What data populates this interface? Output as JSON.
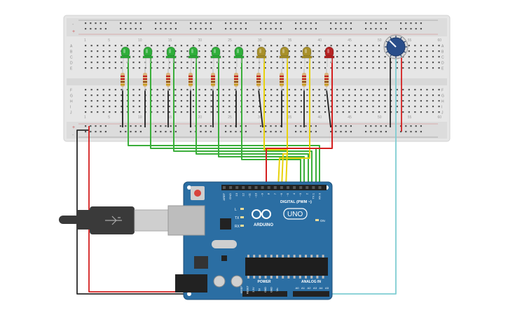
{
  "canvas": {
    "background": "#ffffff"
  },
  "breadboard": {
    "colors": {
      "board": "#e6e6e6",
      "rail": "#dcdcdc",
      "hole": "#555555",
      "plus": "#cc2222",
      "minus": "#2a2a2a"
    },
    "column_numbers": [
      "1",
      "5",
      "10",
      "15",
      "20",
      "25",
      "30",
      "35",
      "40",
      "45",
      "50",
      "55",
      "60"
    ],
    "row_letters_top": [
      "A",
      "B",
      "C",
      "D",
      "E"
    ],
    "row_letters_bottom": [
      "F",
      "G",
      "H",
      "I",
      "J"
    ],
    "rail_top_sign": "-",
    "rail_top_sign2": "+",
    "rail_bottom_sign": "+",
    "rail_bottom_sign2": "-"
  },
  "leds": [
    {
      "color": "#2fae3a",
      "lead": "#cccccc"
    },
    {
      "color": "#2fae3a",
      "lead": "#cccccc"
    },
    {
      "color": "#2fae3a",
      "lead": "#cccccc"
    },
    {
      "color": "#2fae3a",
      "lead": "#cccccc"
    },
    {
      "color": "#2fae3a",
      "lead": "#cccccc"
    },
    {
      "color": "#2fae3a",
      "lead": "#cccccc"
    },
    {
      "color": "#a8902a",
      "lead": "#cccccc"
    },
    {
      "color": "#a8902a",
      "lead": "#cccccc"
    },
    {
      "color": "#a8902a",
      "lead": "#cccccc"
    },
    {
      "color": "#b52222",
      "lead": "#cccccc"
    }
  ],
  "wire_colors": {
    "green": "#3aae3a",
    "yellow": "#e8d20c",
    "red": "#d42020",
    "black": "#2a2a2a",
    "cyan": "#7fcdd2"
  },
  "arduino": {
    "board_color": "#2b6ea3",
    "digital_label": "DIGITAL (PWM ~)",
    "brand": "ARDUINO",
    "model": "UNO",
    "power_label": "POWER",
    "analog_label": "ANALOG IN",
    "on_label": "ON",
    "led_labels": [
      "L",
      "TX",
      "RX"
    ],
    "digital_pins": [
      "AREF",
      "GND",
      "13",
      "12",
      "~11",
      "~10",
      "~9",
      "8",
      "7",
      "~6",
      "~5",
      "4",
      "~3",
      "2",
      "TX 1",
      "RX 0"
    ],
    "power_pins": [
      "IOREF",
      "RESET",
      "3.3V",
      "5V",
      "GND",
      "GND",
      "Vin"
    ],
    "analog_pins": [
      "A0",
      "A1",
      "A2",
      "A3",
      "A4",
      "A5"
    ]
  },
  "usb_cable": {
    "body": "#3a3a3a",
    "plug": "#cfcfcf"
  },
  "potentiometer": {
    "body": "#2a4e8a",
    "ring": "#d8d8d8"
  }
}
